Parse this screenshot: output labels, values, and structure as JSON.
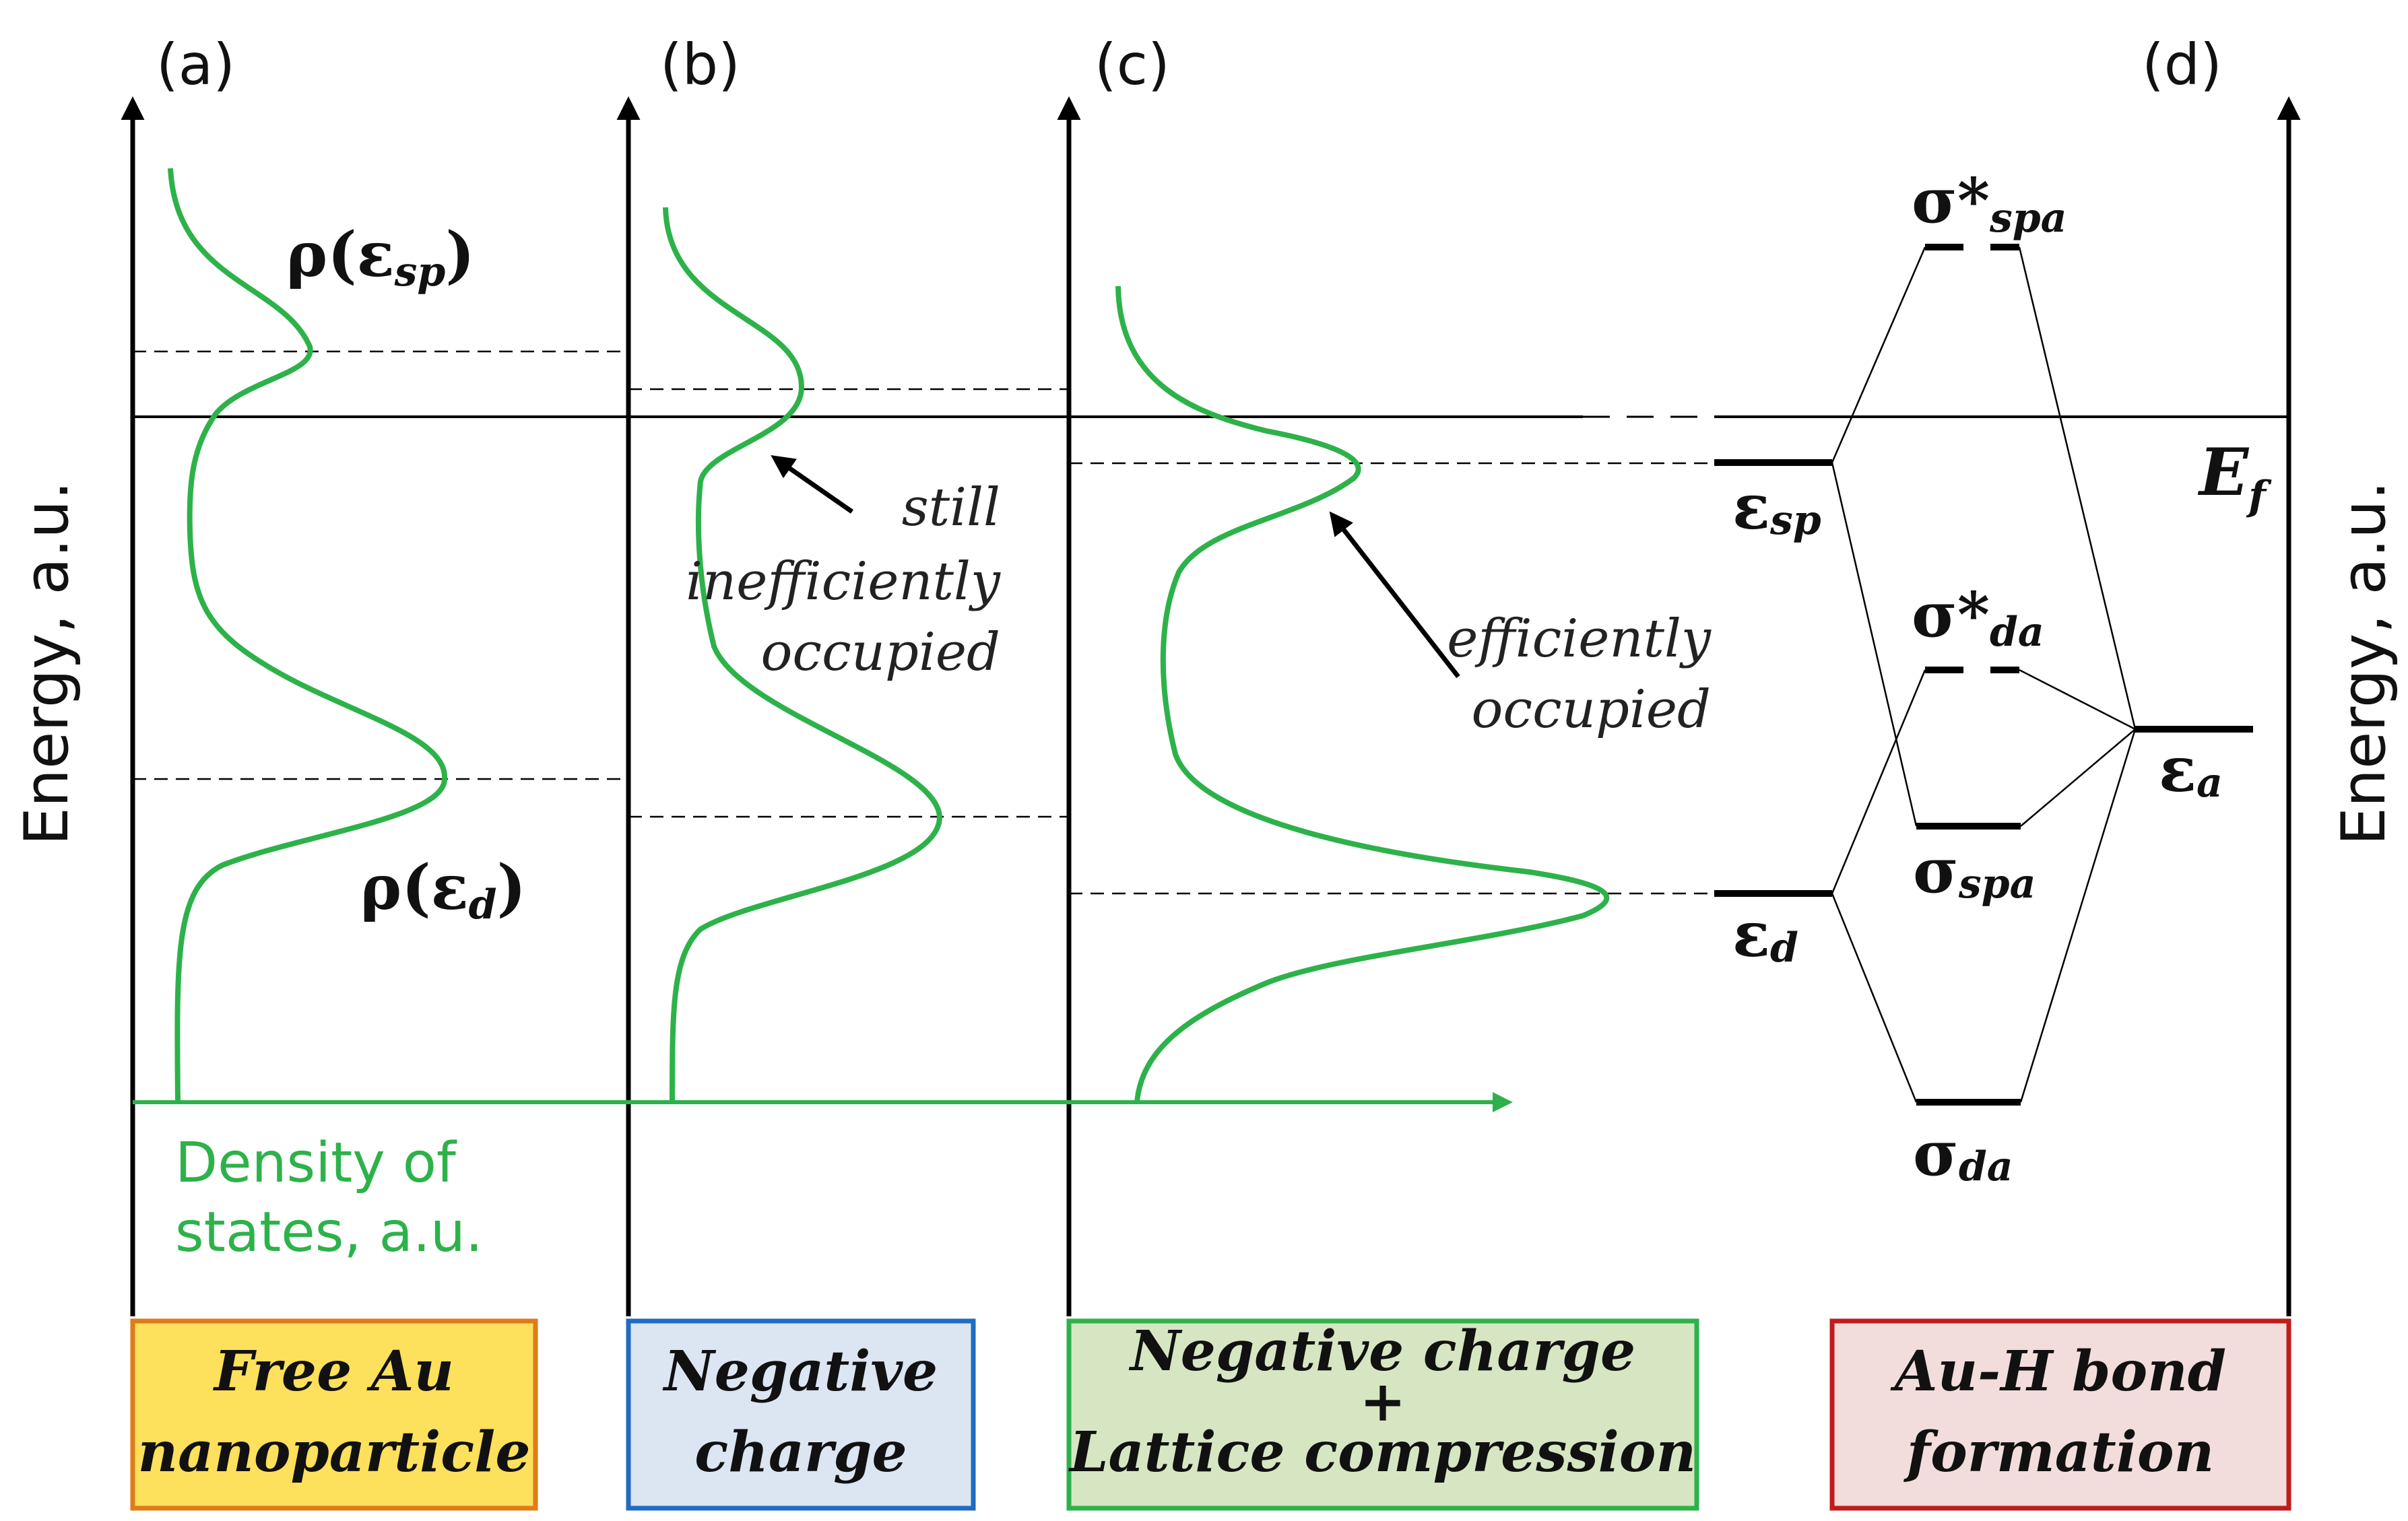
{
  "panels": {
    "a": "(a)",
    "b": "(b)",
    "c": "(c)",
    "d": "(d)"
  },
  "axes": {
    "left_label": "Energy, a.u.",
    "right_label": "Energy, a.u.",
    "dos_label_line1": "Density of",
    "dos_label_line2": "states, a.u."
  },
  "labels": {
    "rho_sp": {
      "main": "ρ(ε",
      "sub": "sp",
      "close": ")"
    },
    "rho_d": {
      "main": "ρ(ε",
      "sub": "d",
      "close": ")"
    },
    "fermi": {
      "main": "E",
      "sub": "f"
    },
    "eps_sp": {
      "main": "ε",
      "sub": "sp"
    },
    "eps_d": {
      "main": "ε",
      "sub": "d"
    },
    "eps_a": {
      "main": "ε",
      "sub": "a"
    },
    "sigma_star_spa": {
      "main": "σ*",
      "sub": "spa"
    },
    "sigma_star_da": {
      "main": "σ*",
      "sub": "da"
    },
    "sigma_spa": {
      "main": "σ",
      "sub": "spa"
    },
    "sigma_da": {
      "main": "σ",
      "sub": "da"
    }
  },
  "annotations": {
    "still_line1": "still",
    "still_line2": "inefficiently",
    "still_line3": "occupied",
    "eff_line1": "efficiently",
    "eff_line2": "occupied"
  },
  "boxes": [
    {
      "line1": "Free Au",
      "line2": "nanoparticle",
      "line3": "",
      "fill": "#fde05b",
      "border": "#e07b1a"
    },
    {
      "line1": "Negative",
      "line2": "charge",
      "line3": "",
      "fill": "#dce5f2",
      "border": "#1f6cc2"
    },
    {
      "line1": "Negative charge",
      "line2": "+",
      "line3": "Lattice compression",
      "fill": "#d7e6c2",
      "border": "#2db24a"
    },
    {
      "line1": "Au-H bond",
      "line2": "formation",
      "line3": "",
      "fill": "#f2dcdc",
      "border": "#c01c1c"
    }
  ],
  "colors": {
    "dos": "#2db24a",
    "axis": "#000000"
  }
}
